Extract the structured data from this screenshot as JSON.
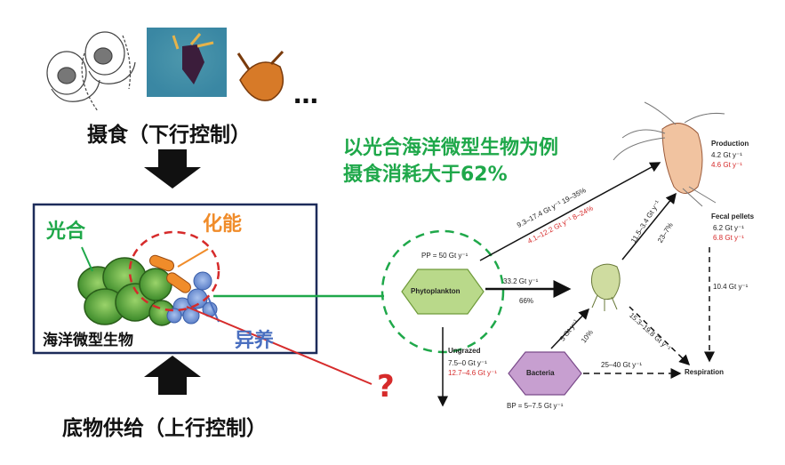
{
  "left": {
    "grazing_label": "摄食（下行控制）",
    "box_label": "海洋微型生物",
    "photo_label": "光合",
    "chemo_label": "化能",
    "hetero_label": "异养",
    "supply_label": "底物供给（上行控制）",
    "ellipsis": "…",
    "question": "?"
  },
  "headline": {
    "line1": "以光合海洋微型生物为例",
    "line2": "摄食消耗大于62%"
  },
  "flow": {
    "phytoplankton": "Phytoplankton",
    "pp": "PP = 50 Gt y⁻¹",
    "bacteria": "Bacteria",
    "bp": "BP = 5–7.5 Gt y⁻¹",
    "production": "Production",
    "prod_v1": "4.2 Gt y⁻¹",
    "prod_v2": "4.6 Gt y⁻¹",
    "fecal": "Fecal pellets",
    "fecal_v1": "6.2 Gt y⁻¹",
    "fecal_v2": "6.8 Gt y⁻¹",
    "fecal_resp": "10.4 Gt y⁻¹",
    "respiration": "Respiration",
    "ungrazed": "Ungrazed",
    "ungrazed_v1": "7.5–0 Gt y⁻¹",
    "ungrazed_v2": "12.7–4.6 Gt y⁻¹",
    "to_zoo1": "9.3–17.4 Gt y⁻¹  19–35%",
    "to_zoo2": "4.1–12.2 Gt y⁻¹  8–24%",
    "to_micro_v": "33.2 Gt y⁻¹",
    "to_micro_p": "66%",
    "micro_up_v": "11.5–3.4 Gt y⁻¹",
    "micro_up_p": "23–7%",
    "micro_resp": "15.3–19.8 Gt y⁻¹",
    "bact_up_v": "5 Gt y⁻¹",
    "bact_up_p": "10%",
    "bact_resp": "25–40 Gt y⁻¹"
  },
  "colors": {
    "green": "#1fa84a",
    "orange": "#f08c2a",
    "blue": "#4a6fc0",
    "red": "#d62b2b",
    "box_border": "#1d2c5a",
    "hex_green": "#b9d98a",
    "hex_purple": "#c79fd0"
  }
}
